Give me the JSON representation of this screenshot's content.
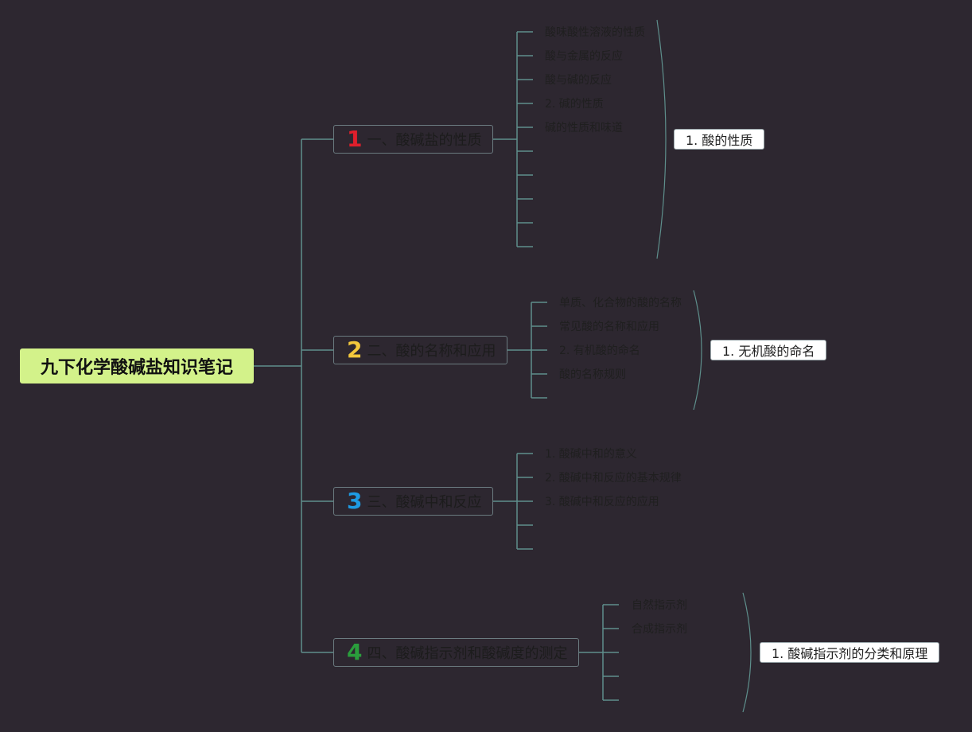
{
  "root": {
    "label": "九下化学酸碱盐知识笔记"
  },
  "colors": {
    "line": "#5e8f8c",
    "num1": "#e01f2c",
    "num2": "#f3c83c",
    "num3": "#1e9be3",
    "num4": "#2a9d3c"
  },
  "topics": [
    {
      "num": "1",
      "label": "一、酸碱盐的性质",
      "items": [
        "酸味酸性溶液的性质",
        "酸与金属的反应",
        "酸与碱的反应",
        "2. 碱的性质",
        "碱的性质和味道",
        "",
        "",
        "",
        "",
        ""
      ],
      "summary": "1. 酸的性质"
    },
    {
      "num": "2",
      "label": "二、酸的名称和应用",
      "items": [
        "单质、化合物的酸的名称",
        "常见酸的名称和应用",
        "2. 有机酸的命名",
        "酸的名称规则",
        ""
      ],
      "summary": "1. 无机酸的命名"
    },
    {
      "num": "3",
      "label": "三、酸碱中和反应",
      "items": [
        "1. 酸碱中和的意义",
        "2. 酸碱中和反应的基本规律",
        "3. 酸碱中和反应的应用",
        "",
        ""
      ],
      "summary": ""
    },
    {
      "num": "4",
      "label": "四、酸碱指示剂和酸碱度的测定",
      "items": [
        "自然指示剂",
        "合成指示剂",
        "",
        "",
        ""
      ],
      "summary": "1. 酸碱指示剂的分类和原理"
    }
  ]
}
